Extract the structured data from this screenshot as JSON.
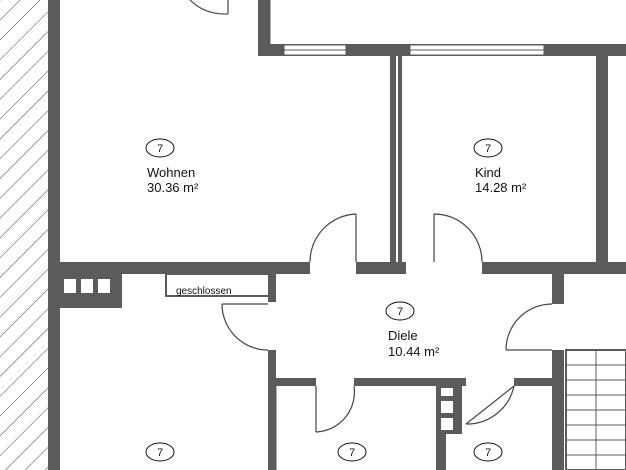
{
  "rooms": {
    "wohnen": {
      "tag": "7",
      "name": "Wohnen",
      "area": "30.36 m²"
    },
    "kind": {
      "tag": "7",
      "name": "Kind",
      "area": "14.28 m²"
    },
    "diele": {
      "tag": "7",
      "name": "Diele",
      "area": "10.44 m²"
    },
    "bottom_left": {
      "tag": "7"
    },
    "bottom_middle": {
      "tag": "7"
    },
    "bottom_right": {
      "tag": "7"
    }
  },
  "annotations": {
    "closed_label": "geschlossen"
  },
  "colors": {
    "wall": "#5b5b5b",
    "background": "#ffffff"
  }
}
